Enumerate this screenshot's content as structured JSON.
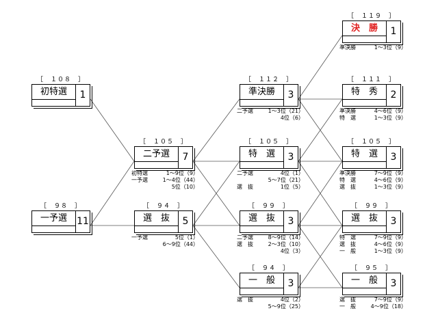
{
  "races": [
    {
      "id": "r108",
      "ref": "［　１０８　］",
      "name": "初特選",
      "count": "1",
      "final": false,
      "notes": []
    },
    {
      "id": "r98",
      "ref": "［　９８　］",
      "name": "一予選",
      "count": "11",
      "final": false,
      "notes": []
    },
    {
      "id": "r105a",
      "ref": "［　１０５　］",
      "name": "二予選",
      "count": "7",
      "final": false,
      "notes": [
        {
          "src": "初特選",
          "rng": "1～9位（9）"
        },
        {
          "src": "一予選",
          "rng": "1～4位（44）"
        },
        {
          "src": "",
          "rng": "5位（10）"
        }
      ]
    },
    {
      "id": "r94a",
      "ref": "［　９４　］",
      "name": "選　抜",
      "count": "5",
      "final": false,
      "notes": [
        {
          "src": "一予選",
          "rng": "5位（1）"
        },
        {
          "src": "",
          "rng": "6～9位（44）"
        }
      ]
    },
    {
      "id": "r112",
      "ref": "［　１１２　］",
      "name": "準決勝",
      "count": "3",
      "final": false,
      "notes": [
        {
          "src": "二予選",
          "rng": "1～3位（21）"
        },
        {
          "src": "",
          "rng": "4位（6）"
        }
      ]
    },
    {
      "id": "r105b",
      "ref": "［　１０５　］",
      "name": "特　選",
      "count": "3",
      "final": false,
      "notes": [
        {
          "src": "二予選",
          "rng": "4位（1）"
        },
        {
          "src": "",
          "rng": "5～7位（21）"
        },
        {
          "src": "選　抜",
          "rng": "1位（5）"
        }
      ]
    },
    {
      "id": "r99a",
      "ref": "［　９９　］",
      "name": "選　抜",
      "count": "3",
      "final": false,
      "notes": [
        {
          "src": "二予選",
          "rng": "8～9位（14）"
        },
        {
          "src": "選　抜",
          "rng": "2～3位（10）"
        },
        {
          "src": "",
          "rng": "4位（3）"
        }
      ]
    },
    {
      "id": "r94b",
      "ref": "［　９４　］",
      "name": "一　般",
      "count": "3",
      "final": false,
      "notes": [
        {
          "src": "選　抜",
          "rng": "4位（2）"
        },
        {
          "src": "",
          "rng": "5～9位（25）"
        }
      ]
    },
    {
      "id": "r119",
      "ref": "［　１１９　］",
      "name": "決　勝",
      "count": "1",
      "final": true,
      "notes": [
        {
          "src": "準決勝",
          "rng": "1～3位（9）"
        }
      ]
    },
    {
      "id": "r111",
      "ref": "［　１１１　］",
      "name": "特　秀",
      "count": "2",
      "final": false,
      "notes": [
        {
          "src": "準決勝",
          "rng": "4～6位（9）"
        },
        {
          "src": "特　選",
          "rng": "1～3位（9）"
        }
      ]
    },
    {
      "id": "r105c",
      "ref": "［　１０５　］",
      "name": "特　選",
      "count": "3",
      "final": false,
      "notes": [
        {
          "src": "準決勝",
          "rng": "7～9位（9）"
        },
        {
          "src": "特　選",
          "rng": "4～6位（9）"
        },
        {
          "src": "選　抜",
          "rng": "1～3位（9）"
        }
      ]
    },
    {
      "id": "r99b",
      "ref": "［　９９　］",
      "name": "選　抜",
      "count": "3",
      "final": false,
      "notes": [
        {
          "src": "特　選",
          "rng": "7～9位（9）"
        },
        {
          "src": "選　抜",
          "rng": "4～6位（9）"
        },
        {
          "src": "一　般",
          "rng": "1～3位（9）"
        }
      ]
    },
    {
      "id": "r95",
      "ref": "［　９５　］",
      "name": "一　般",
      "count": "3",
      "final": false,
      "notes": [
        {
          "src": "選　抜",
          "rng": "7～9位（9）"
        },
        {
          "src": "一　般",
          "rng": "4～9位（18）"
        }
      ]
    }
  ],
  "links": [
    [
      "r108",
      "r105a"
    ],
    [
      "r98",
      "r105a"
    ],
    [
      "r98",
      "r94a"
    ],
    [
      "r105a",
      "r112"
    ],
    [
      "r105a",
      "r105b"
    ],
    [
      "r105a",
      "r99a"
    ],
    [
      "r94a",
      "r105b"
    ],
    [
      "r94a",
      "r99a"
    ],
    [
      "r94a",
      "r94b"
    ],
    [
      "r112",
      "r119"
    ],
    [
      "r112",
      "r111"
    ],
    [
      "r112",
      "r105c"
    ],
    [
      "r105b",
      "r111"
    ],
    [
      "r105b",
      "r105c"
    ],
    [
      "r105b",
      "r99b"
    ],
    [
      "r99a",
      "r105c"
    ],
    [
      "r99a",
      "r99b"
    ],
    [
      "r99a",
      "r95"
    ],
    [
      "r94b",
      "r99b"
    ],
    [
      "r94b",
      "r95"
    ]
  ]
}
